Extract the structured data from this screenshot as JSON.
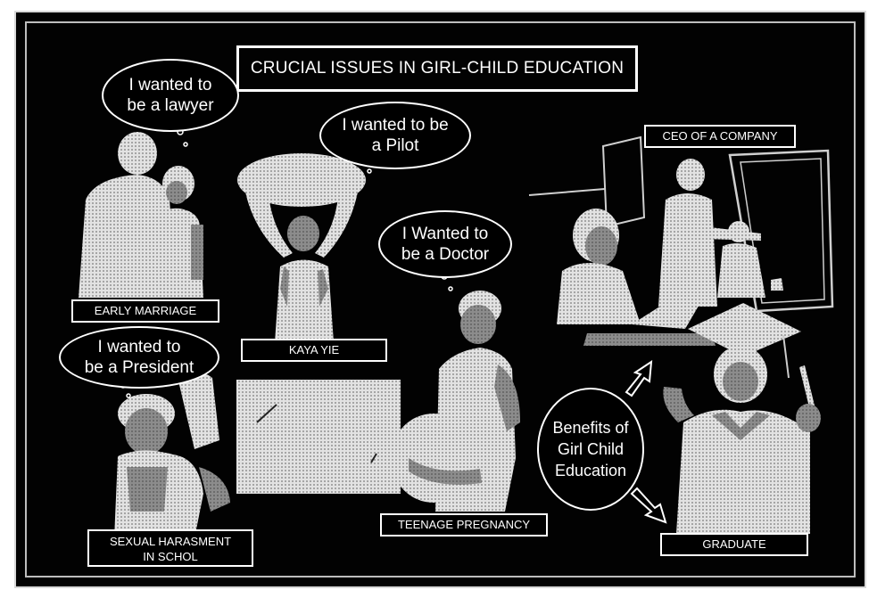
{
  "title": "CRUCIAL ISSUES IN GIRL-CHILD EDUCATION",
  "bubbles": {
    "lawyer": "I wanted to\nbe a lawyer",
    "pilot": "I wanted to be\na Pilot",
    "doctor": "I Wanted to\nbe a Doctor",
    "president": "I wanted to\nbe  a President"
  },
  "labels": {
    "early_marriage": "EARLY MARRIAGE",
    "kaya_yie": "KAYA YIE",
    "sexual_harassment": "SEXUAL HARASMENT\nIN SCHOL",
    "teenage_pregnancy": "TEENAGE PREGNANCY",
    "ceo": "CEO OF A COMPANY",
    "graduate": "GRADUATE"
  },
  "benefits": "Benefits of\nGirl Child\nEducation",
  "colors": {
    "background": "#020202",
    "figure_light": "#d9d9d9",
    "figure_mid": "#9a9a9a",
    "figure_dark": "#6e6e6e",
    "text": "#ffffff"
  }
}
